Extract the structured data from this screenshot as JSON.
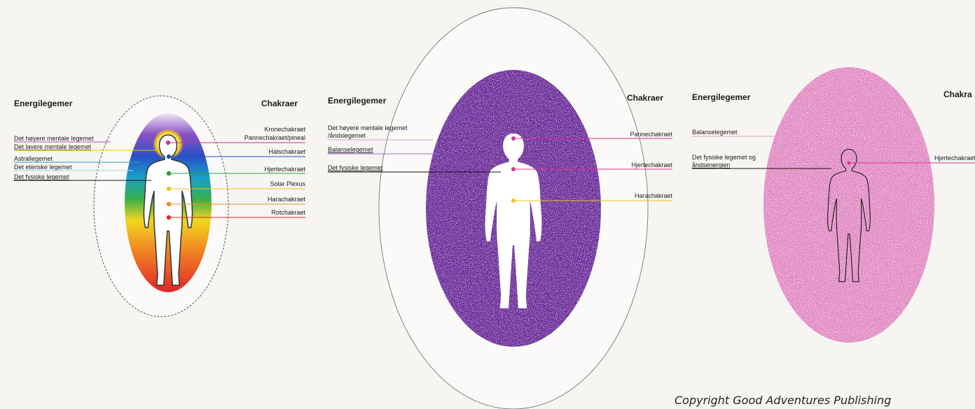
{
  "panel1": {
    "left_header": "Energilegemer",
    "right_header": "Chakraer",
    "left_labels": [
      "Det høyere mentale legemet",
      "Det lavere mentale legemet",
      "Astrallegemet",
      "Det eteriske legemet",
      "Det fysiske legemet"
    ],
    "right_labels": [
      "Kronechakraet",
      "Pannechakraet/pineal",
      "Halschakraet",
      "Hjertechakraet",
      "Solar Plexus",
      "Harachakraet",
      "Rotchakraet"
    ]
  },
  "panel2": {
    "left_header": "Energilegemer",
    "right_header": "Chakraer",
    "left_labels": [
      "Det høyere mentale legemet",
      "/åndslegemet",
      "Balanselegemet",
      "Det fysiske legemet"
    ],
    "right_labels": [
      "Pannechakraet",
      "Hjertechakraet",
      "Harachakraet"
    ]
  },
  "panel3": {
    "left_header": "Energilegemer",
    "right_header": "Chakra",
    "left_labels": [
      "Balanselegemet",
      "Det fysiske legemet og",
      "åndsenergien"
    ],
    "right_labels": [
      "Hjertechakraet"
    ]
  },
  "copyright": "Copyright Good Adventures Publishing",
  "colors": {
    "violet": "#7a2a98",
    "magenta": "#e0338f",
    "pink": "#e89ac6",
    "yellow": "#f2c218",
    "orange": "#ef8a20",
    "red": "#e22b2b",
    "green": "#2e9a3e",
    "blue": "#2a4fb4",
    "black": "#111111"
  }
}
